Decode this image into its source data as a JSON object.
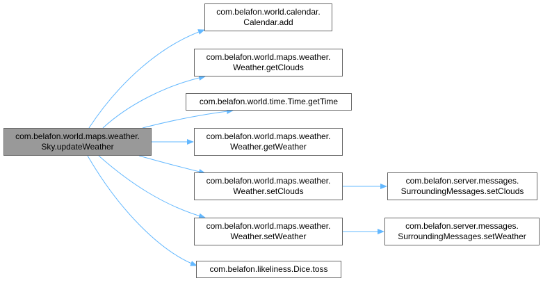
{
  "diagram": {
    "root": {
      "label": "com.belafon.world.maps.weather.\nSky.updateWeather"
    },
    "callees": [
      {
        "label": "com.belafon.world.calendar.\nCalendar.add"
      },
      {
        "label": "com.belafon.world.maps.weather.\nWeather.getClouds"
      },
      {
        "label": "com.belafon.world.time.Time.getTime"
      },
      {
        "label": "com.belafon.world.maps.weather.\nWeather.getWeather"
      },
      {
        "label": "com.belafon.world.maps.weather.\nWeather.setClouds"
      },
      {
        "label": "com.belafon.world.maps.weather.\nWeather.setWeather"
      },
      {
        "label": "com.belafon.likeliness.Dice.toss"
      }
    ],
    "second_level": [
      {
        "label": "com.belafon.server.messages.\nSurroundingMessages.setClouds"
      },
      {
        "label": "com.belafon.server.messages.\nSurroundingMessages.setWeather"
      }
    ],
    "colors": {
      "edge": "#63b8ff",
      "root_fill": "#999999",
      "node_border": "#666666"
    }
  }
}
